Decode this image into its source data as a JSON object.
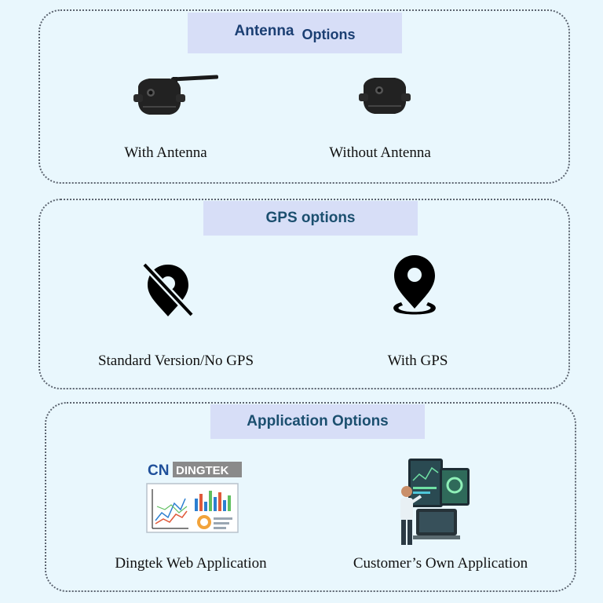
{
  "sections": {
    "antenna": {
      "title_part1": "Antenna",
      "title_part2": "Options",
      "option1": "With Antenna",
      "option2": "Without Antenna"
    },
    "gps": {
      "title": "GPS options",
      "option1": "Standard Version/No GPS",
      "option2": "With GPS"
    },
    "application": {
      "title": "Application Options",
      "option1": "Dingtek Web Application",
      "option2": "Customer’s Own Application",
      "logo_text": "DINGTEK",
      "logo_mark": "CN"
    }
  },
  "colors": {
    "background": "#e9f7fd",
    "title_box": "#d7def7",
    "title_text": "#1b3f73",
    "border": "#5c6470"
  },
  "icons": [
    "device-with-antenna",
    "device-without-antenna",
    "gps-off-icon",
    "gps-location-icon",
    "dingtek-logo",
    "dashboard-illustration",
    "person-with-screen-illustration"
  ]
}
